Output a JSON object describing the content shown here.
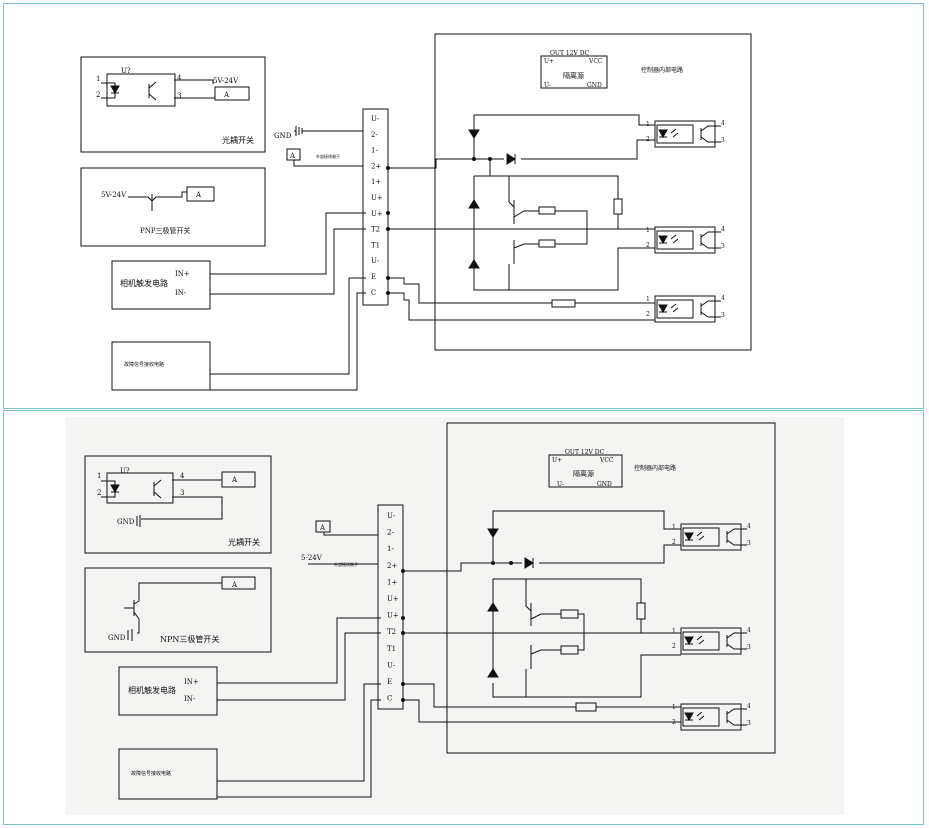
{
  "top": {
    "opto_switch": {
      "part": "U?",
      "pin1": "1",
      "pin2": "2",
      "pin3": "3",
      "pin4": "4",
      "supply": "5V-24V",
      "a_box": "A",
      "title": "光耦开关"
    },
    "pnp_switch": {
      "supply": "5V-24V",
      "a_box": "A",
      "title": "PNP三极管开关"
    },
    "camera": {
      "title": "相机触发电路",
      "in_plus": "IN+",
      "in_minus": "IN-"
    },
    "fault": {
      "title": "故障信号接收电路"
    },
    "gnd": "GND",
    "ext_a": "A",
    "ext_label": "外部接线端子",
    "terminals": [
      "U-",
      "2-",
      "1-",
      "2+",
      "1+",
      "U+",
      "U+",
      "T2",
      "T1",
      "U-",
      "E",
      "C"
    ],
    "controller": {
      "title": "控制器内部电路",
      "psu": {
        "out": "OUT 12V DC",
        "uplus": "U+",
        "vcc": "VCC",
        "name": "隔离源",
        "uminus": "U-",
        "gnd": "GND"
      },
      "opto_pins": {
        "p1": "1",
        "p2": "2",
        "p3": "3",
        "p4": "4"
      }
    }
  },
  "bottom": {
    "opto_switch": {
      "part": "U?",
      "pin1": "1",
      "pin2": "2",
      "pin3": "3",
      "pin4": "4",
      "a_box": "A",
      "gnd": "GND",
      "title": "光耦开关"
    },
    "npn_switch": {
      "a_box": "A",
      "gnd": "GND",
      "title": "NPN三极管开关"
    },
    "camera": {
      "title": "相机触发电路",
      "in_plus": "IN+",
      "in_minus": "IN-"
    },
    "fault": {
      "title": "故障信号接收电路"
    },
    "ext_a": "A",
    "supply": "5-24V",
    "ext_label": "外部接线端子",
    "terminals": [
      "U-",
      "2-",
      "1-",
      "2+",
      "1+",
      "U+",
      "U+",
      "T2",
      "T1",
      "U-",
      "E",
      "C"
    ],
    "controller": {
      "title": "控制器内部电路",
      "psu": {
        "out": "OUT 12V DC",
        "uplus": "U+",
        "vcc": "VCC",
        "name": "隔离源",
        "uminus": "U-",
        "gnd": "GND"
      },
      "opto_pins": {
        "p1": "1",
        "p2": "2",
        "p3": "3",
        "p4": "4"
      }
    }
  },
  "colors": {
    "panel_border": "#7fc3d6",
    "ink": "#111111",
    "bottom_bg": "#f4f4f2"
  }
}
